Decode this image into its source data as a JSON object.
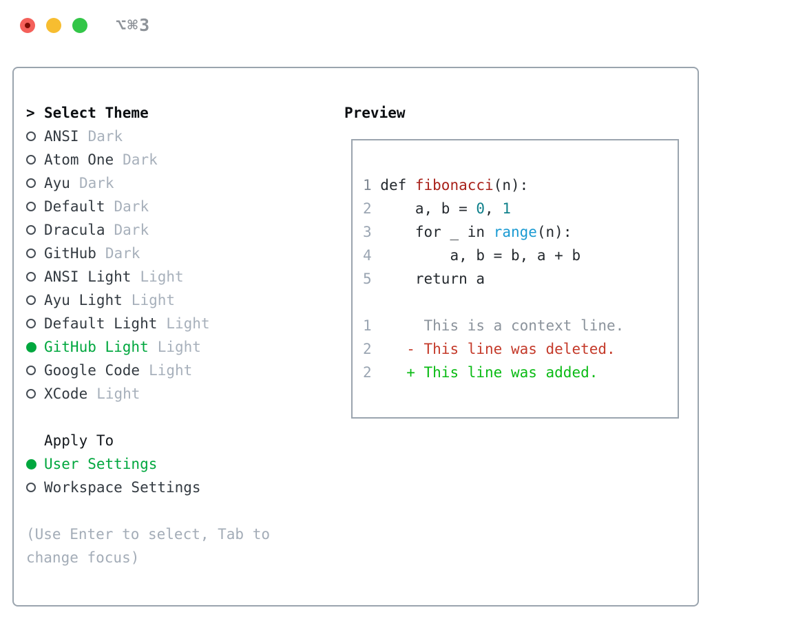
{
  "window": {
    "shortcut": "⌥⌘3"
  },
  "colors": {
    "accent_green": "#00a73e",
    "added_green": "#0abb14",
    "deleted_red": "#c43a2a",
    "function_red": "#a8211a",
    "number_teal": "#0f808b",
    "call_blue": "#1a9ad2",
    "panel_border": "#9aa4ae",
    "muted_gray": "#a7b0bb",
    "traffic_red": "#f4605a",
    "traffic_yellow": "#f7bd30",
    "traffic_green": "#33c648"
  },
  "theme_panel": {
    "prompt": ">",
    "header": "Select Theme",
    "themes": [
      {
        "name": "ANSI",
        "variant": "Dark",
        "selected": false
      },
      {
        "name": "Atom One",
        "variant": "Dark",
        "selected": false
      },
      {
        "name": "Ayu",
        "variant": "Dark",
        "selected": false
      },
      {
        "name": "Default",
        "variant": "Dark",
        "selected": false
      },
      {
        "name": "Dracula",
        "variant": "Dark",
        "selected": false
      },
      {
        "name": "GitHub",
        "variant": "Dark",
        "selected": false
      },
      {
        "name": "ANSI Light",
        "variant": "Light",
        "selected": false
      },
      {
        "name": "Ayu Light",
        "variant": "Light",
        "selected": false
      },
      {
        "name": "Default Light",
        "variant": "Light",
        "selected": false
      },
      {
        "name": "GitHub Light",
        "variant": "Light",
        "selected": true
      },
      {
        "name": "Google Code",
        "variant": "Light",
        "selected": false
      },
      {
        "name": "XCode",
        "variant": "Light",
        "selected": false
      }
    ],
    "apply_header": "Apply To",
    "apply_options": [
      {
        "name": "User Settings",
        "selected": true
      },
      {
        "name": "Workspace Settings",
        "selected": false
      }
    ],
    "hint_lines": [
      "(Use Enter to select, Tab to",
      "change focus)"
    ]
  },
  "preview": {
    "header": "Preview",
    "lines": [
      {
        "gutter": "1",
        "gc": "g1",
        "segs": [
          {
            "t": " def ",
            "c": "c"
          },
          {
            "t": "fibonacci",
            "c": "fn"
          },
          {
            "t": "(n):",
            "c": "c"
          }
        ]
      },
      {
        "gutter": "2",
        "gc": "g",
        "segs": [
          {
            "t": "     a, b = ",
            "c": "c"
          },
          {
            "t": "0",
            "c": "num"
          },
          {
            "t": ", ",
            "c": "c"
          },
          {
            "t": "1",
            "c": "num"
          }
        ]
      },
      {
        "gutter": "3",
        "gc": "g",
        "segs": [
          {
            "t": "     for _ in ",
            "c": "c"
          },
          {
            "t": "range",
            "c": "call"
          },
          {
            "t": "(n):",
            "c": "c"
          }
        ]
      },
      {
        "gutter": "4",
        "gc": "g",
        "segs": [
          {
            "t": "         a, b = b, a + b",
            "c": "c"
          }
        ]
      },
      {
        "gutter": "5",
        "gc": "g",
        "segs": [
          {
            "t": "     return a",
            "c": "c"
          }
        ]
      },
      {
        "blank": true
      },
      {
        "gutter": "1",
        "gc": "g",
        "segs": [
          {
            "t": "      This is a context line.",
            "c": "ctx"
          }
        ]
      },
      {
        "gutter": "2",
        "gc": "g",
        "segs": [
          {
            "t": "    - This line was deleted.",
            "c": "del"
          }
        ]
      },
      {
        "gutter": "2",
        "gc": "g",
        "segs": [
          {
            "t": "    + This line was added.",
            "c": "add"
          }
        ]
      }
    ]
  }
}
